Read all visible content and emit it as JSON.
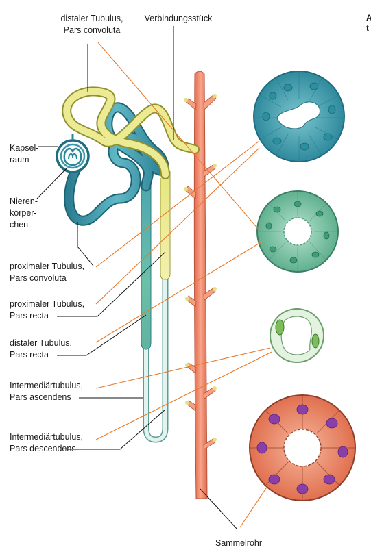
{
  "labels": {
    "distal_conv_1": "distaler Tubulus,",
    "distal_conv_2": "Pars convoluta",
    "verbindung": "Verbindungsstück",
    "kapsel_1": "Kapsel-",
    "kapsel_2": "raum",
    "nieren_1": "Nieren-",
    "nieren_2": "körper-",
    "nieren_3": "chen",
    "prox_conv_1": "proximaler Tubulus,",
    "prox_conv_2": "Pars convoluta",
    "prox_recta_1": "proximaler Tubulus,",
    "prox_recta_2": "Pars recta",
    "distal_recta_1": "distaler Tubulus,",
    "distal_recta_2": "Pars recta",
    "inter_asc_1": "Intermediärtubulus,",
    "inter_asc_2": "Pars ascendens",
    "inter_desc_1": "Intermediärtubulus,",
    "inter_desc_2": "Pars descendens",
    "sammelrohr": "Sammelrohr",
    "corner_1": "A",
    "corner_2": "t"
  },
  "colors": {
    "proximal_tubule": "#3a93a6",
    "distal_tubule": "#e4e68a",
    "intermediate_tubule": "#d9ede8",
    "collecting_duct": "#f0866a",
    "leader_orange": "#e8782a",
    "cell_proximal": "#4aa6b3",
    "cell_distal": "#7cc4a3",
    "cell_intermediate": "#c9e8c0",
    "cell_collecting": "#f08a6c"
  }
}
